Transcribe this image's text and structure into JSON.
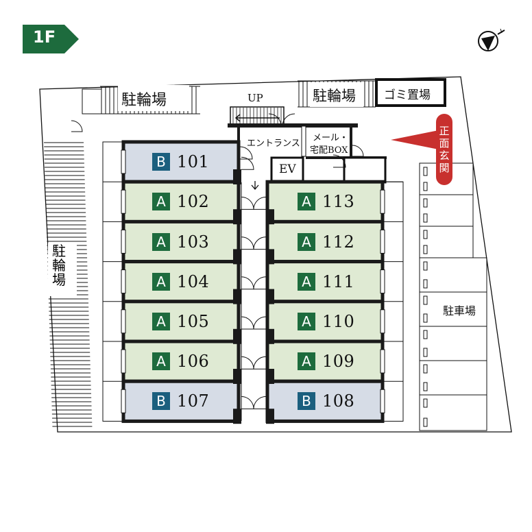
{
  "floor": {
    "label": "1F"
  },
  "labels": {
    "bicycle_parking_top": "駐輪場",
    "bicycle_parking_left": "駐輪場",
    "garbage": "ゴミ置場",
    "stairs_up": "UP",
    "entrance_hall": "エントランス",
    "mail_box_line1": "メール・",
    "mail_box_line2": "宅配BOX",
    "elevator": "EV",
    "front_entrance": "正面玄関",
    "car_parking": "駐車場"
  },
  "units_left": [
    {
      "type": "B",
      "number": "101"
    },
    {
      "type": "A",
      "number": "102"
    },
    {
      "type": "A",
      "number": "103"
    },
    {
      "type": "A",
      "number": "104"
    },
    {
      "type": "A",
      "number": "105"
    },
    {
      "type": "A",
      "number": "106"
    },
    {
      "type": "B",
      "number": "107"
    }
  ],
  "units_right": [
    {
      "type": "A",
      "number": "113"
    },
    {
      "type": "A",
      "number": "112"
    },
    {
      "type": "A",
      "number": "111"
    },
    {
      "type": "A",
      "number": "110"
    },
    {
      "type": "A",
      "number": "109"
    },
    {
      "type": "B",
      "number": "108"
    }
  ],
  "colors": {
    "type_a_fill": "#dfead3",
    "type_b_fill": "#d6dce6",
    "type_a_badge": "#1d6b3d",
    "type_b_badge": "#1b5f7e",
    "floor_badge": "#1d6b3d",
    "entrance_marker": "#c8302e",
    "wall": "#1a1a1a"
  },
  "icons": {
    "compass": "north-arrow-icon"
  }
}
